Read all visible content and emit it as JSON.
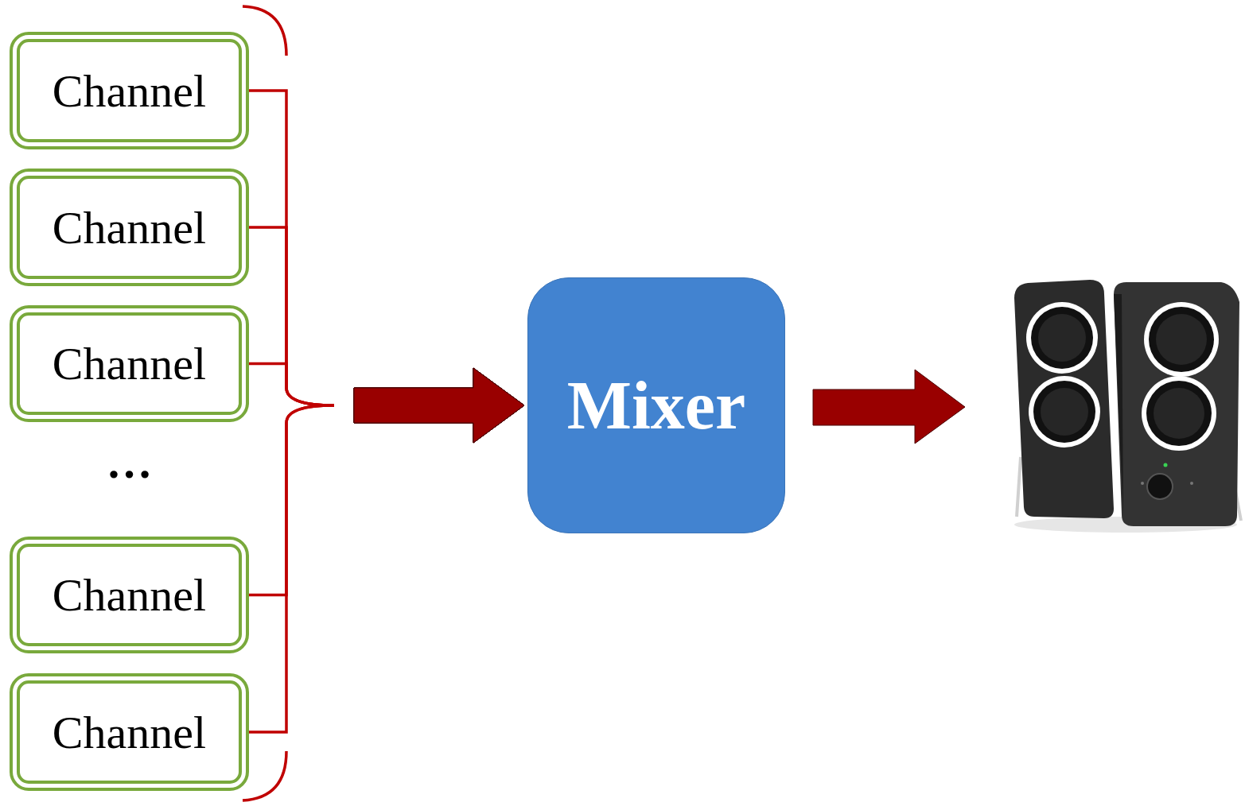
{
  "diagram": {
    "nodes": [
      {
        "text": [
          "Channel"
        ]
      },
      {
        "text": [
          "Channel"
        ]
      },
      {
        "text": [
          "Channel"
        ]
      },
      {
        "text": [
          "Channel"
        ]
      },
      {
        "text": [
          "Channel"
        ]
      },
      {
        "text": [
          "Mixer"
        ]
      }
    ],
    "edges": [
      {
        "from": 0,
        "to": 5,
        "arrow": "to"
      },
      {
        "from": 1,
        "to": 5,
        "arrow": "to"
      },
      {
        "from": 2,
        "to": 5,
        "arrow": "to"
      },
      {
        "from": 3,
        "to": 5,
        "arrow": "to"
      },
      {
        "from": 4,
        "to": 5,
        "arrow": "to"
      }
    ],
    "labels": [
      "…"
    ]
  }
}
